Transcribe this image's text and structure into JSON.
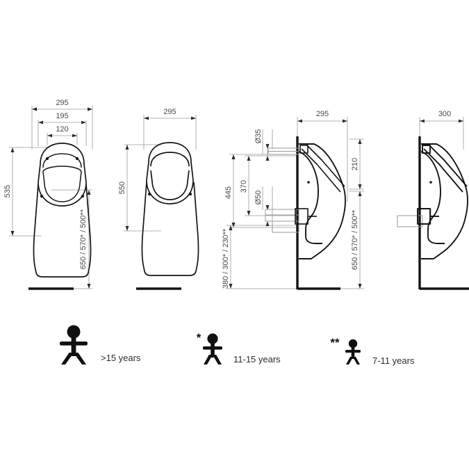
{
  "document": {
    "type": "technical-dimension-drawing",
    "subject": "wall-hung urinal",
    "background_color": "#ffffff",
    "line_color": "#1a1a1a",
    "dimension_line_color": "#8a8a8a",
    "text_color": "#3b3b3b"
  },
  "views": [
    {
      "id": "front-view",
      "name": "front elevation",
      "dimensions": {
        "overall_width": "295",
        "fixing_width": "195",
        "inner_width": "120",
        "bowl_height": "535",
        "mounting_height": "650 / 570* / 500**"
      }
    },
    {
      "id": "top-view",
      "name": "plan view",
      "dimensions": {
        "overall_width": "295",
        "overall_depth": "550"
      }
    },
    {
      "id": "section-view",
      "name": "side section",
      "dimensions": {
        "projection": "295",
        "inlet_diameter": "Ø35",
        "outlet_diameter": "Ø50",
        "inlet_height": "370",
        "upper_height": "445",
        "rim_height": "210",
        "mounting_height": "650 / 570* / 500**",
        "outlet_height": "380 / 300* / 230**"
      }
    },
    {
      "id": "side-view",
      "name": "side elevation",
      "dimensions": {
        "projection": "300"
      }
    }
  ],
  "legend": {
    "items": [
      {
        "icon": "adult-figure-icon",
        "stars": "",
        "label": ">15 years"
      },
      {
        "icon": "teen-figure-icon",
        "stars": "*",
        "label": "11-15 years"
      },
      {
        "icon": "child-figure-icon",
        "stars": "**",
        "label": "7-11 years"
      }
    ]
  }
}
